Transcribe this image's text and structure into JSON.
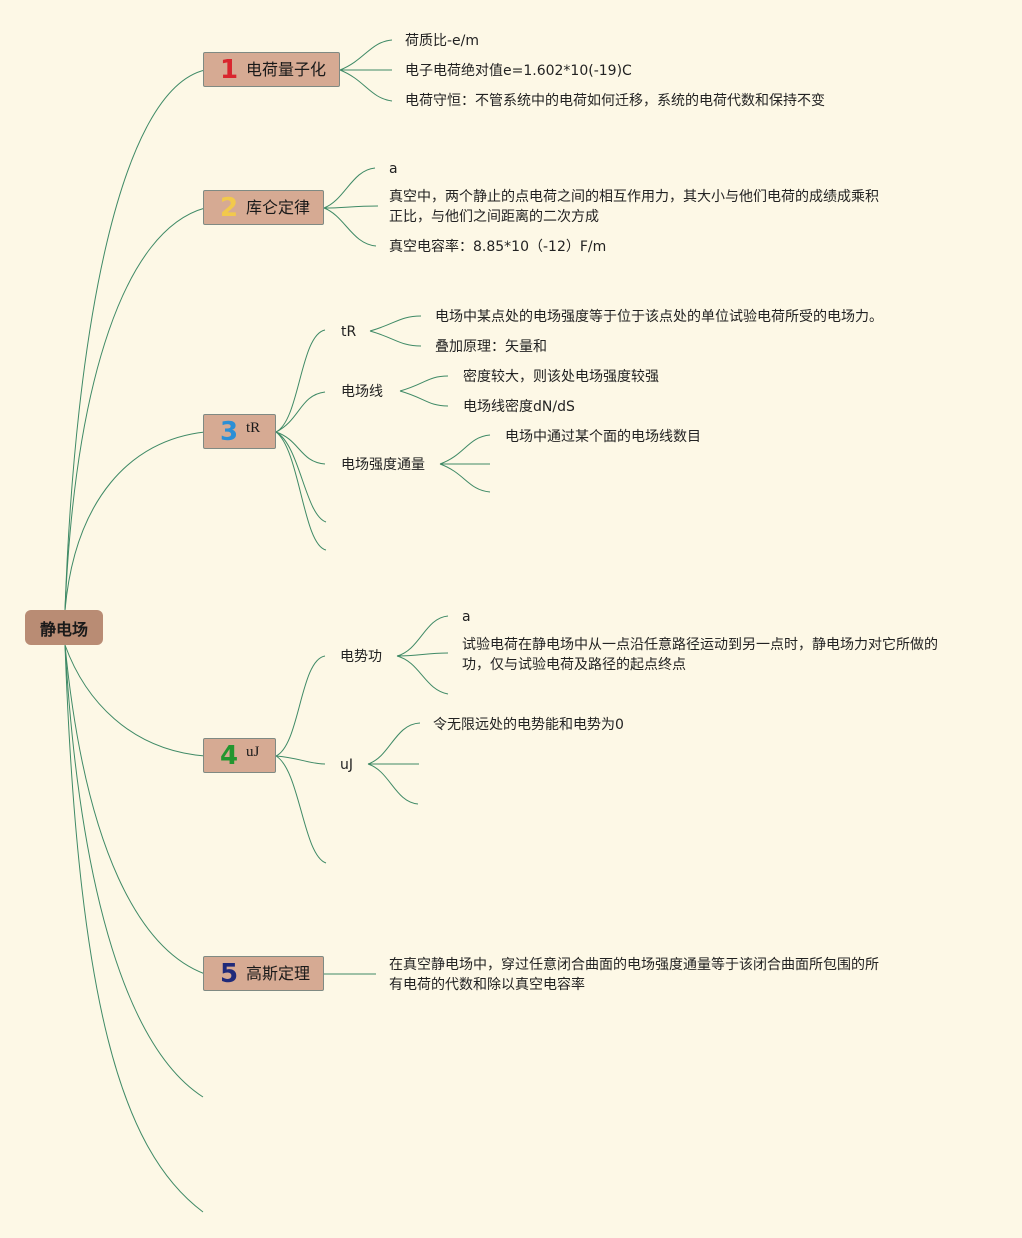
{
  "root": "静电场",
  "colors": {
    "background": "#fdf8e6",
    "root": "#b98c74",
    "topic": "#d6aa93",
    "line": "#3f8a66"
  },
  "topics": [
    {
      "num": "1",
      "num_color": "#d9262e",
      "label": "电荷量子化",
      "children": [
        "荷质比-e/m",
        "电子电荷绝对值e=1.602*10(-19)C",
        "电荷守恒：不管系统中的电荷如何迁移，系统的电荷代数和保持不变"
      ]
    },
    {
      "num": "2",
      "num_color": "#f2c94c",
      "label": "库仑定律",
      "children": [
        "a",
        "真空中，两个静止的点电荷之间的相互作用力，其大小与他们电荷的成绩成乘积正比，与他们之间距离的二次方成",
        "真空电容率：8.85*10（-12）F/m"
      ]
    },
    {
      "num": "3",
      "num_color": "#2b8fd6",
      "label": "tR",
      "branches": [
        {
          "label": "tR",
          "children": [
            "电场中某点处的电场强度等于位于该点处的单位试验电荷所受的电场力。",
            "叠加原理：矢量和"
          ]
        },
        {
          "label": "电场线",
          "children": [
            "密度较大，则该处电场强度较强",
            "电场线密度dN/dS"
          ]
        },
        {
          "label": "电场强度通量",
          "children": [
            "电场中通过某个面的电场线数目"
          ]
        }
      ]
    },
    {
      "num": "4",
      "num_color": "#23962f",
      "label": "uJ",
      "branches": [
        {
          "label": "电势功",
          "children": [
            "a",
            "试验电荷在静电场中从一点沿任意路径运动到另一点时，静电场力对它所做的功，仅与试验电荷及路径的起点终点"
          ]
        },
        {
          "label": "uJ",
          "children": [
            "令无限远处的电势能和电势为0"
          ]
        }
      ]
    },
    {
      "num": "5",
      "num_color": "#1f2a7a",
      "label": "高斯定理",
      "children": [
        "在真空静电场中，穿过任意闭合曲面的电场强度通量等于该闭合曲面所包围的所有电荷的代数和除以真空电容率"
      ]
    }
  ]
}
